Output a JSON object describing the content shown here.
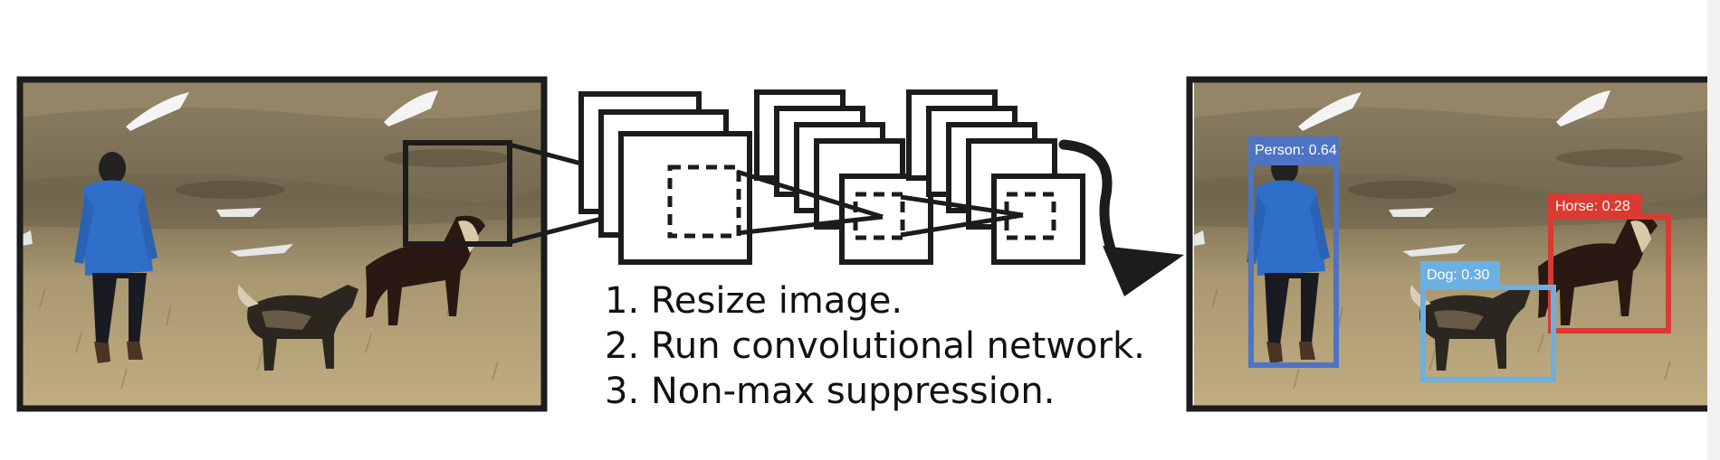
{
  "steps": [
    "1. Resize image.",
    "2. Run convolutional network.",
    "3. Non-max suppression."
  ],
  "detections": [
    {
      "label": "Person: 0.64",
      "color": "#4d74c4"
    },
    {
      "label": "Horse: 0.28",
      "color": "#d93a32"
    },
    {
      "label": "Dog: 0.30",
      "color": "#6bb0e2"
    }
  ],
  "colors": {
    "frame": "#1c1c1c",
    "sky": "#c7bfae",
    "hill": "#7e7258",
    "grass": "#b5a27a",
    "jacket": "#2f6ec9"
  }
}
